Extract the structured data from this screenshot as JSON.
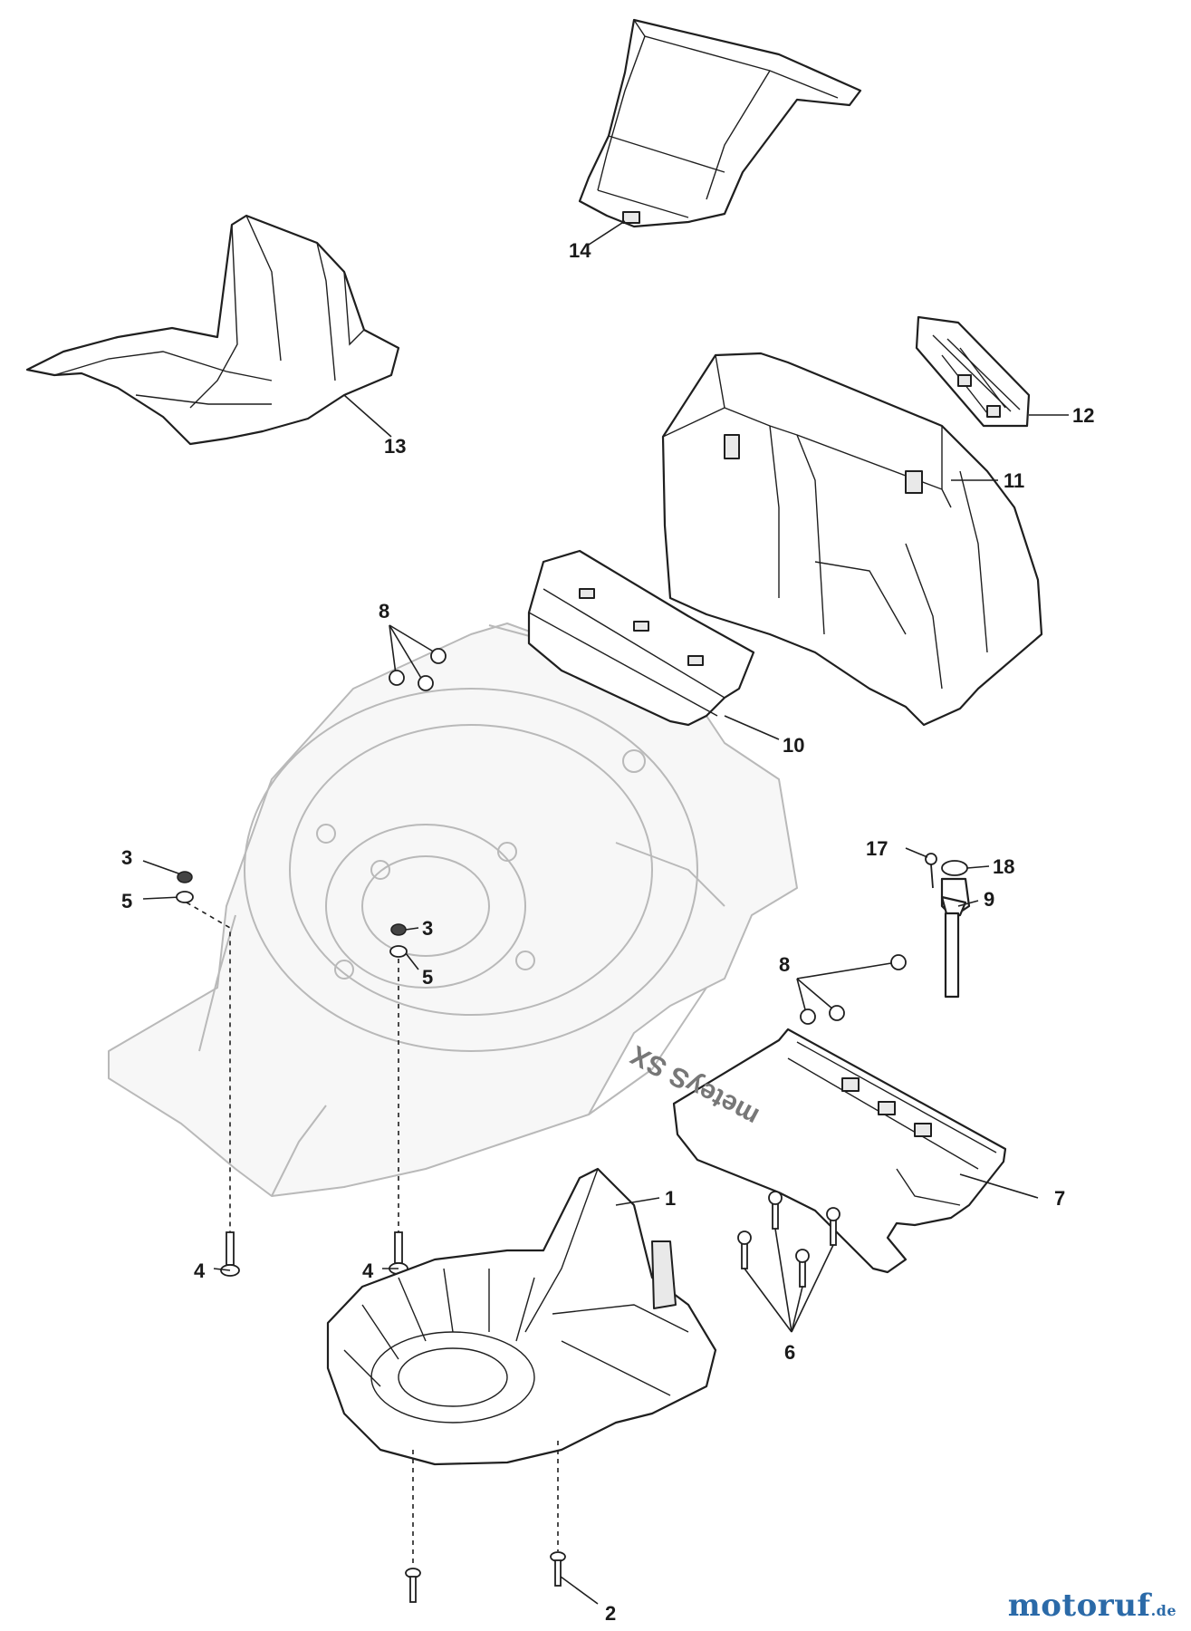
{
  "callouts": {
    "c1": "1",
    "c2": "2",
    "c3a": "3",
    "c3b": "3",
    "c4a": "4",
    "c4b": "4",
    "c5a": "5",
    "c5b": "5",
    "c6": "6",
    "c7": "7",
    "c8a": "8",
    "c8b": "8",
    "c9": "9",
    "c10": "10",
    "c11": "11",
    "c12": "12",
    "c13": "13",
    "c14": "14",
    "c17": "17",
    "c18": "18"
  },
  "deck_emblem": "meteyS SX",
  "watermark": {
    "name": "motoruf",
    "tld": ".de"
  },
  "colors": {
    "line": "#1f1f1f",
    "ghost_line": "#b9b9b9",
    "watermark": "#2b6aa8"
  }
}
